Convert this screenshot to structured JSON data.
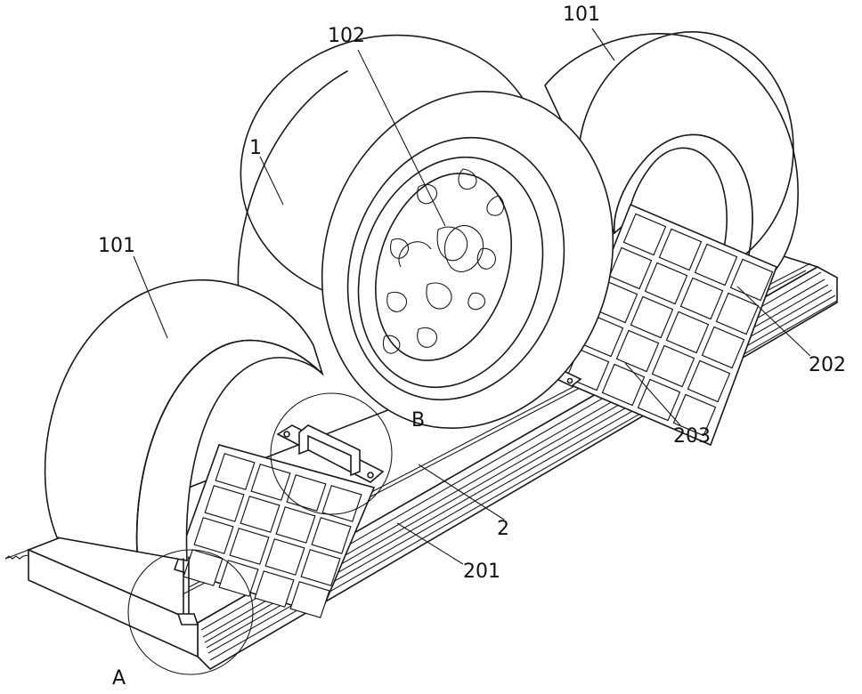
{
  "labels": {
    "l101_top": "101",
    "l102": "102",
    "l1": "1",
    "l101_left": "101",
    "l202": "202",
    "l203": "203",
    "lB": "B",
    "l2": "2",
    "l201": "201",
    "lA": "A"
  },
  "colors": {
    "line": "#1a1a1a",
    "background": "#ffffff"
  }
}
